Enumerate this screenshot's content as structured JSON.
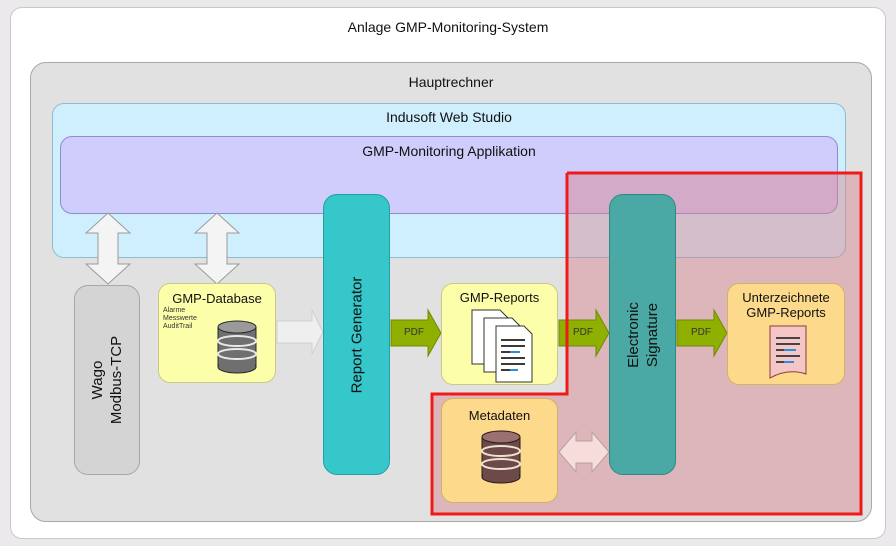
{
  "outer_title": "Anlage GMP-Monitoring-System",
  "hauptrechner": "Hauptrechner",
  "indusoft": "Indusoft Web Studio",
  "gmp_app": "GMP-Monitoring Applikation",
  "wago": [
    "Wago",
    "Modbus-TCP"
  ],
  "gmp_database": {
    "title": "GMP-Database",
    "items": [
      "Alarme",
      "Messwerte",
      "AuditTrail"
    ]
  },
  "report_generator": "Report Generator",
  "gmp_reports": "GMP-Reports",
  "metadaten": "Metadaten",
  "electronic_signature": [
    "Electronic",
    "Signature"
  ],
  "signed_reports": [
    "Unterzeichnete",
    "GMP-Reports"
  ],
  "pdf_labels": [
    "PDF",
    "PDF",
    "PDF"
  ],
  "colors": {
    "highlight_border": "#ef1a1a",
    "report_generator": "#35c7c9",
    "electronic_signature": "#4aa9a5",
    "database_box": "#fdfea9",
    "metadata_box": "#fdd98c",
    "arrow_green": "#8fb000"
  }
}
